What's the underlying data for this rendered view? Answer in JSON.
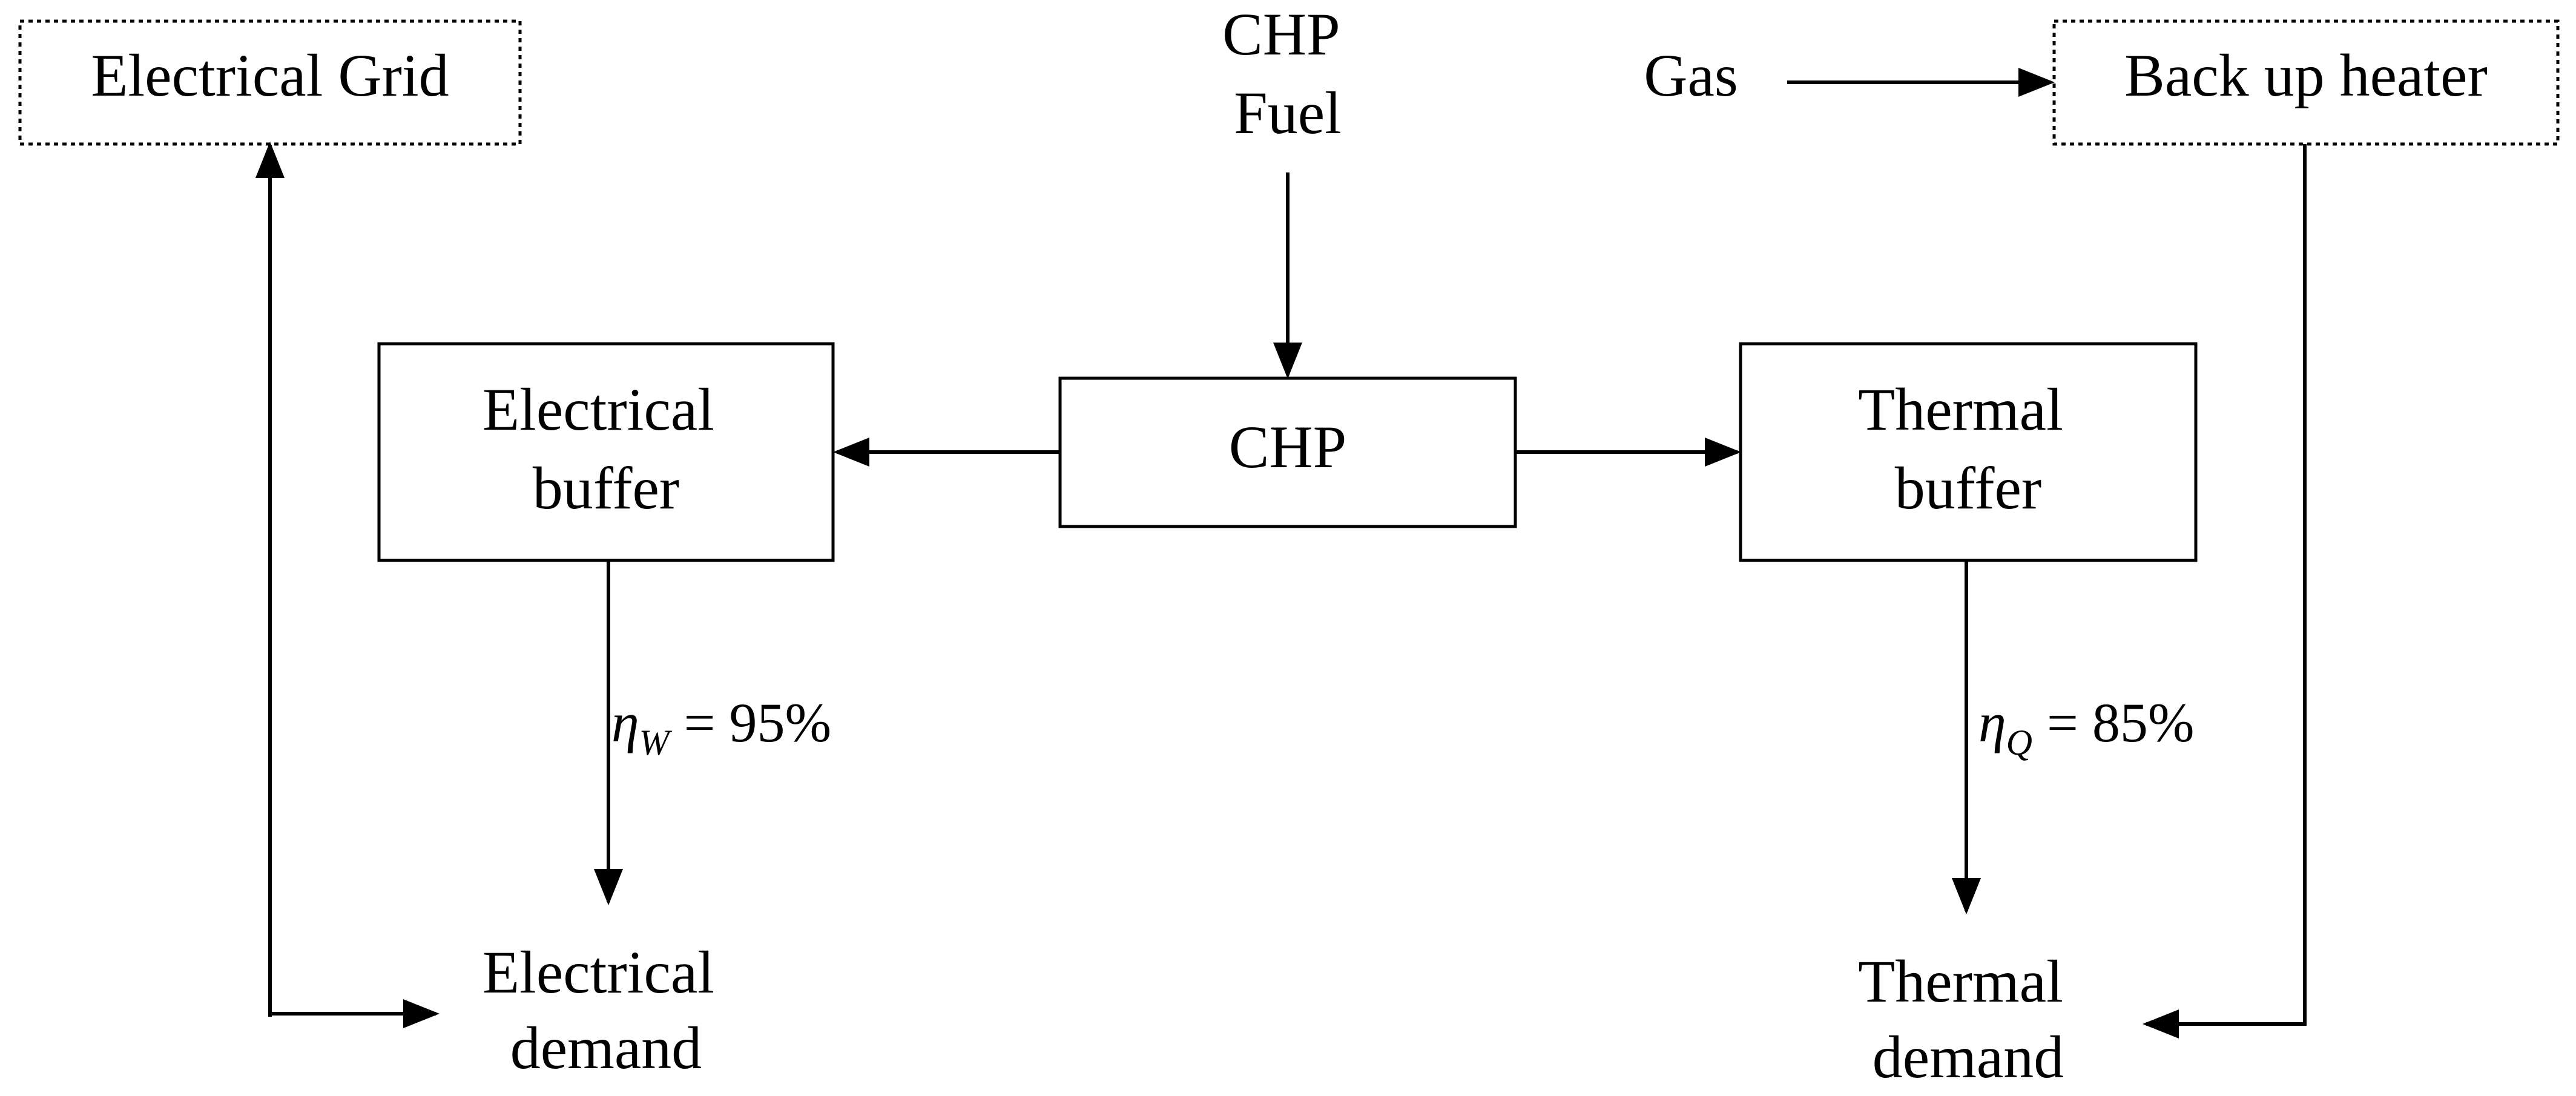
{
  "nodes": {
    "electrical_grid": "Electrical Grid",
    "chp_fuel": [
      "CHP",
      "Fuel"
    ],
    "gas": "Gas",
    "backup_heater": "Back up heater",
    "electrical_buffer": [
      "Electrical",
      "buffer"
    ],
    "chp": "CHP",
    "thermal_buffer": [
      "Thermal",
      "buffer"
    ],
    "electrical_demand": [
      "Electrical",
      "demand"
    ],
    "thermal_demand": [
      "Thermal",
      "demand"
    ]
  },
  "efficiencies": {
    "electrical": {
      "symbol": "η",
      "subscript": "W",
      "value": "= 95%"
    },
    "thermal": {
      "symbol": "η",
      "subscript": "Q",
      "value": "= 85%"
    }
  },
  "colors": {
    "stroke": "#000000",
    "background": "#ffffff"
  }
}
